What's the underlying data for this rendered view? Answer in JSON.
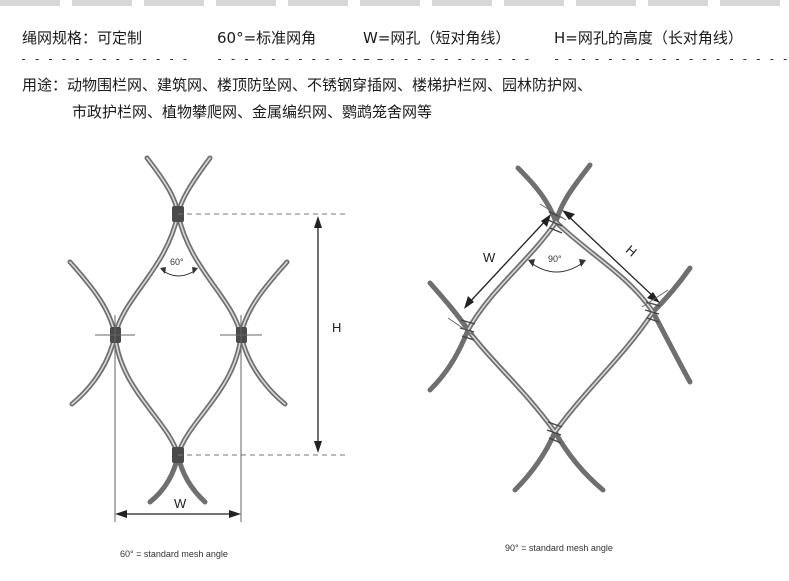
{
  "spec": {
    "label": "绳网规格：可定制",
    "angle": "60°=标准网角",
    "w_def": "W=网孔（短对角线）",
    "h_def": "H=网孔的高度（长对角线）"
  },
  "dashes": [
    "- - - - - - - - - - - - -",
    "- - - - - - - - - - - - -",
    "- - - - - - - - - - - - -",
    "- - - - - - - - - - - - - - - - - - -"
  ],
  "usage": {
    "line1": "用途：动物围栏网、建筑网、楼顶防坠网、不锈钢穿插网、楼梯护栏网、园林防护网、",
    "line2": "市政护栏网、植物攀爬网、金属编织网、鹦鹉笼舍网等"
  },
  "left_diagram": {
    "angle_label": "60°",
    "h_label": "H",
    "w_label": "W",
    "caption": "60° = standard mesh angle"
  },
  "right_diagram": {
    "angle_label": "90°",
    "w_label": "W",
    "h_label": "H",
    "caption": "90° = standard mesh angle"
  }
}
